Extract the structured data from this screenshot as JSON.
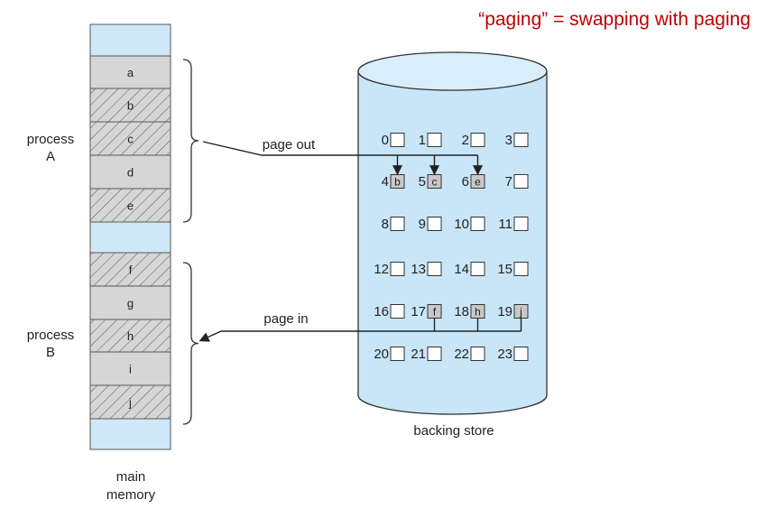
{
  "title": "“paging” = swapping with paging",
  "colors": {
    "title": "#c00000",
    "memory_free": "#cfe8f7",
    "memory_page": "#d6d6d6",
    "cylinder_fill": "#c9e6f8",
    "block_used": "#c8c8c8",
    "stroke": "#333333"
  },
  "memory": {
    "caption": [
      "main",
      "memory"
    ],
    "blocks": [
      {
        "label": "",
        "kind": "free"
      },
      {
        "label": "a",
        "kind": "page"
      },
      {
        "label": "b",
        "kind": "hatched"
      },
      {
        "label": "c",
        "kind": "hatched"
      },
      {
        "label": "d",
        "kind": "page"
      },
      {
        "label": "e",
        "kind": "hatched"
      },
      {
        "label": "",
        "kind": "free"
      },
      {
        "label": "f",
        "kind": "hatched"
      },
      {
        "label": "g",
        "kind": "page"
      },
      {
        "label": "h",
        "kind": "hatched"
      },
      {
        "label": "i",
        "kind": "page"
      },
      {
        "label": "j",
        "kind": "hatched"
      },
      {
        "label": "",
        "kind": "free"
      }
    ]
  },
  "processes": [
    {
      "lines": [
        "process",
        "A"
      ]
    },
    {
      "lines": [
        "process",
        "B"
      ]
    }
  ],
  "arrows": {
    "page_out": "page out",
    "page_in": "page in"
  },
  "backing_store": {
    "caption": "backing store",
    "slots": [
      {
        "num": "0",
        "content": ""
      },
      {
        "num": "1",
        "content": ""
      },
      {
        "num": "2",
        "content": ""
      },
      {
        "num": "3",
        "content": ""
      },
      {
        "num": "4",
        "content": "b"
      },
      {
        "num": "5",
        "content": "c"
      },
      {
        "num": "6",
        "content": "e"
      },
      {
        "num": "7",
        "content": ""
      },
      {
        "num": "8",
        "content": ""
      },
      {
        "num": "9",
        "content": ""
      },
      {
        "num": "10",
        "content": ""
      },
      {
        "num": "11",
        "content": ""
      },
      {
        "num": "12",
        "content": ""
      },
      {
        "num": "13",
        "content": ""
      },
      {
        "num": "14",
        "content": ""
      },
      {
        "num": "15",
        "content": ""
      },
      {
        "num": "16",
        "content": ""
      },
      {
        "num": "17",
        "content": "f"
      },
      {
        "num": "18",
        "content": "h"
      },
      {
        "num": "19",
        "content": "j"
      },
      {
        "num": "20",
        "content": ""
      },
      {
        "num": "21",
        "content": ""
      },
      {
        "num": "22",
        "content": ""
      },
      {
        "num": "23",
        "content": ""
      }
    ]
  }
}
